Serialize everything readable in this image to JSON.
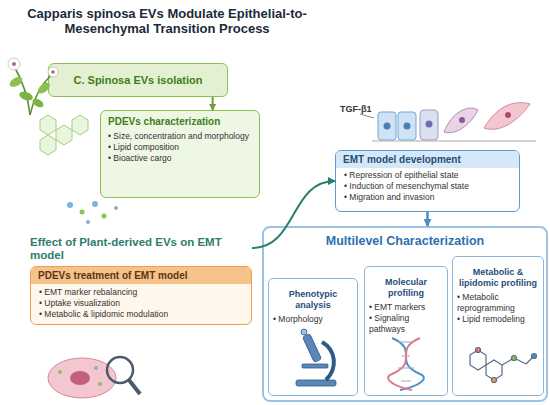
{
  "diagram": {
    "title": "Capparis spinosa EVs Modulate Epithelial-to-Mesenchymal Transition Process",
    "nodes": [
      {
        "text": [
          "C. Spinosa EVs isolation"
        ]
      },
      {
        "text": [
          "PDEVs characterization",
          "• Size, concentration and morphology",
          "• Lipid composition",
          "• Bioactive cargo"
        ]
      },
      {
        "text": [
          "Effect of Plant-derived EVs on EMT model",
          "PDEVs treatment of EMT model",
          "• EMT marker rebalancing",
          "• Uptake visualization",
          "• Metabolic & lipidomic modulation"
        ]
      },
      {
        "text": [
          "EMT model development",
          "• Repression of epithelial state",
          "• Induction of mesenchymal state",
          "• Migration and invasion"
        ]
      },
      {
        "text": [
          "Multilevel Characterization"
        ]
      },
      {
        "text": [
          "Phenotypic analysis",
          "• Morphology"
        ],
        "in": 4
      },
      {
        "text": [
          "Molecular profiling",
          "• EMT markers",
          "• Signaling pathways"
        ],
        "in": 4
      },
      {
        "text": [
          "Metabolic & lipidomic profiling",
          "• Metabolic reprogramming",
          "• Lipid remodeling"
        ],
        "in": 4
      }
    ],
    "edges": [
      {
        "from": 0,
        "to": 1,
        "arrow": "to"
      },
      {
        "from": 2,
        "to": 3,
        "arrow": "to"
      },
      {
        "from": 3,
        "to": 4,
        "arrow": "to"
      }
    ],
    "labels": [
      "TGF-β1"
    ]
  }
}
